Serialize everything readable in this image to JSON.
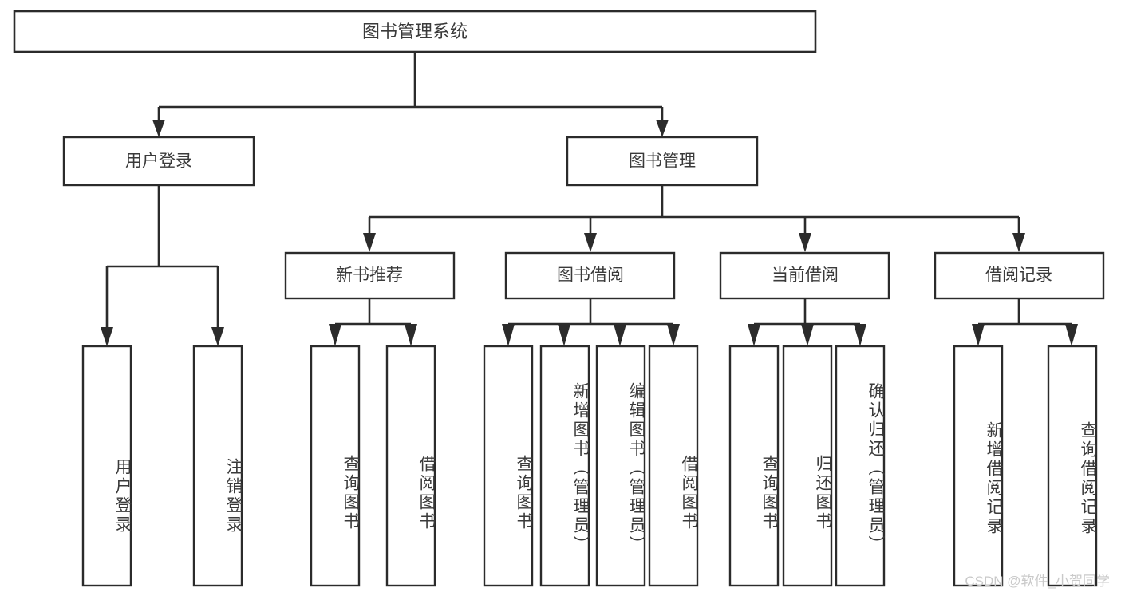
{
  "diagram": {
    "title": "图书管理系统",
    "type": "tree",
    "orientation": "top-down",
    "colors": {
      "box_fill": "#ffffff",
      "box_stroke": "#2b2b2b",
      "text": "#3a3a3a",
      "background": "#ffffff",
      "watermark": "#c9c9c9"
    },
    "root": {
      "label": "图书管理系统"
    },
    "level2": [
      {
        "label": "用户登录"
      },
      {
        "label": "图书管理"
      }
    ],
    "level3": [
      {
        "label": "新书推荐"
      },
      {
        "label": "图书借阅"
      },
      {
        "label": "当前借阅"
      },
      {
        "label": "借阅记录"
      }
    ],
    "leaves": {
      "user_login": [
        {
          "label": "用户登录"
        },
        {
          "label": "注销登录"
        }
      ],
      "new_book_recommend": [
        {
          "label": "查询图书"
        },
        {
          "label": "借阅图书"
        }
      ],
      "book_borrow": [
        {
          "label": "查询图书"
        },
        {
          "label": "新增图书（管理员）"
        },
        {
          "label": "编辑图书（管理员）"
        },
        {
          "label": "借阅图书"
        }
      ],
      "current_borrow": [
        {
          "label": "查询图书"
        },
        {
          "label": "归还图书"
        },
        {
          "label": "确认归还（管理员）"
        }
      ],
      "borrow_record": [
        {
          "label": "新增借阅记录"
        },
        {
          "label": "查询借阅记录"
        }
      ]
    }
  },
  "watermark": {
    "text": "CSDN @软件_小贺同学"
  }
}
